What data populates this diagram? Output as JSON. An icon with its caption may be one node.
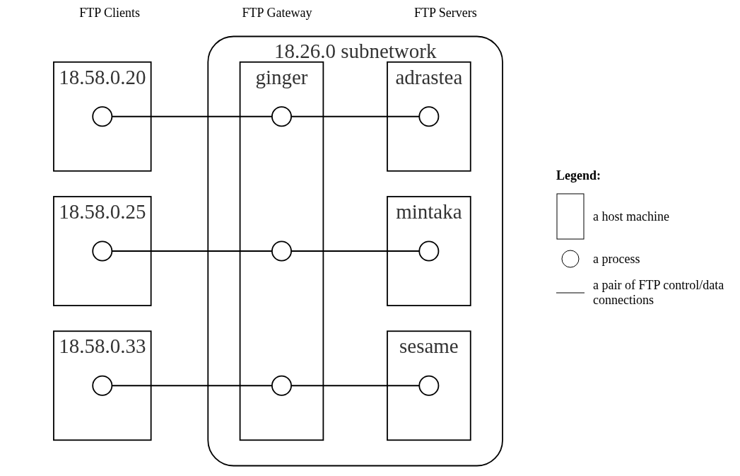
{
  "diagram": {
    "nodes": [
      {
        "text": [
          "18.26.0 subnetwork"
        ]
      },
      {
        "text": [
          "18.58.0.20"
        ]
      },
      {
        "text": [],
        "shape": "circle",
        "in": 1
      },
      {
        "text": [
          "18.58.0.25"
        ]
      },
      {
        "text": [],
        "shape": "circle",
        "in": 3
      },
      {
        "text": [
          "18.58.0.33"
        ]
      },
      {
        "text": [],
        "shape": "circle",
        "in": 5
      },
      {
        "text": [
          "ginger"
        ],
        "in": 0
      },
      {
        "text": [],
        "shape": "circle",
        "in": 7
      },
      {
        "text": [],
        "shape": "circle",
        "in": 7
      },
      {
        "text": [],
        "shape": "circle",
        "in": 7
      },
      {
        "text": [
          "adrastea"
        ],
        "in": 0
      },
      {
        "text": [],
        "shape": "circle",
        "in": 11
      },
      {
        "text": [
          "mintaka"
        ],
        "in": 0
      },
      {
        "text": [],
        "shape": "circle",
        "in": 13
      },
      {
        "text": [
          "sesame"
        ],
        "in": 0
      },
      {
        "text": [],
        "shape": "circle",
        "in": 15
      }
    ],
    "edges": [
      {
        "from": 2,
        "to": 8,
        "arrow": "none"
      },
      {
        "from": 8,
        "to": 12,
        "arrow": "none"
      },
      {
        "from": 4,
        "to": 9,
        "arrow": "none"
      },
      {
        "from": 9,
        "to": 14,
        "arrow": "none"
      },
      {
        "from": 6,
        "to": 10,
        "arrow": "none"
      },
      {
        "from": 10,
        "to": 16,
        "arrow": "none"
      }
    ],
    "labels": [
      "FTP Clients",
      "FTP Gateway",
      "FTP Servers",
      "Legend:"
    ],
    "legend": [
      {
        "text": "a host machine"
      },
      {
        "text": "a process"
      },
      {
        "text": "a pair of FTP control/data connections"
      }
    ]
  }
}
